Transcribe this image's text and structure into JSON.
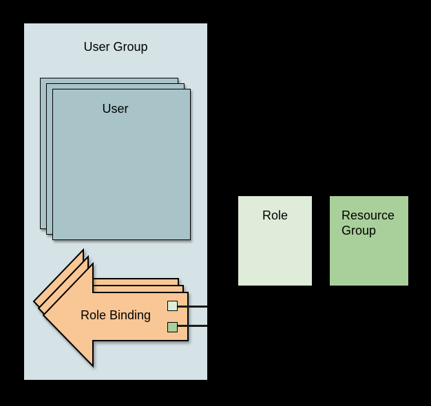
{
  "labels": {
    "user_group": "User Group",
    "user": "User",
    "role_binding": "Role Binding",
    "role": "Role",
    "resource_group": "Resource Group"
  },
  "colors": {
    "background": "#000000",
    "user_group_fill": "#d5e2e6",
    "user_fill": "#a9c4c9",
    "role_binding_fill": "#f8c795",
    "role_fill": "#deecd9",
    "resource_group_fill": "#a9d09b",
    "connector": "#1a1a1a",
    "outline": "#000000",
    "text": "#000000"
  },
  "stacks": {
    "user_copies": 3,
    "role_binding_copies": 3
  },
  "connectors": [
    {
      "id": "role-connector",
      "from": "role-ref-square",
      "to": "role-box"
    },
    {
      "id": "resource-group-connector",
      "from": "resource-group-ref-square",
      "to": "resource-group-box"
    }
  ]
}
